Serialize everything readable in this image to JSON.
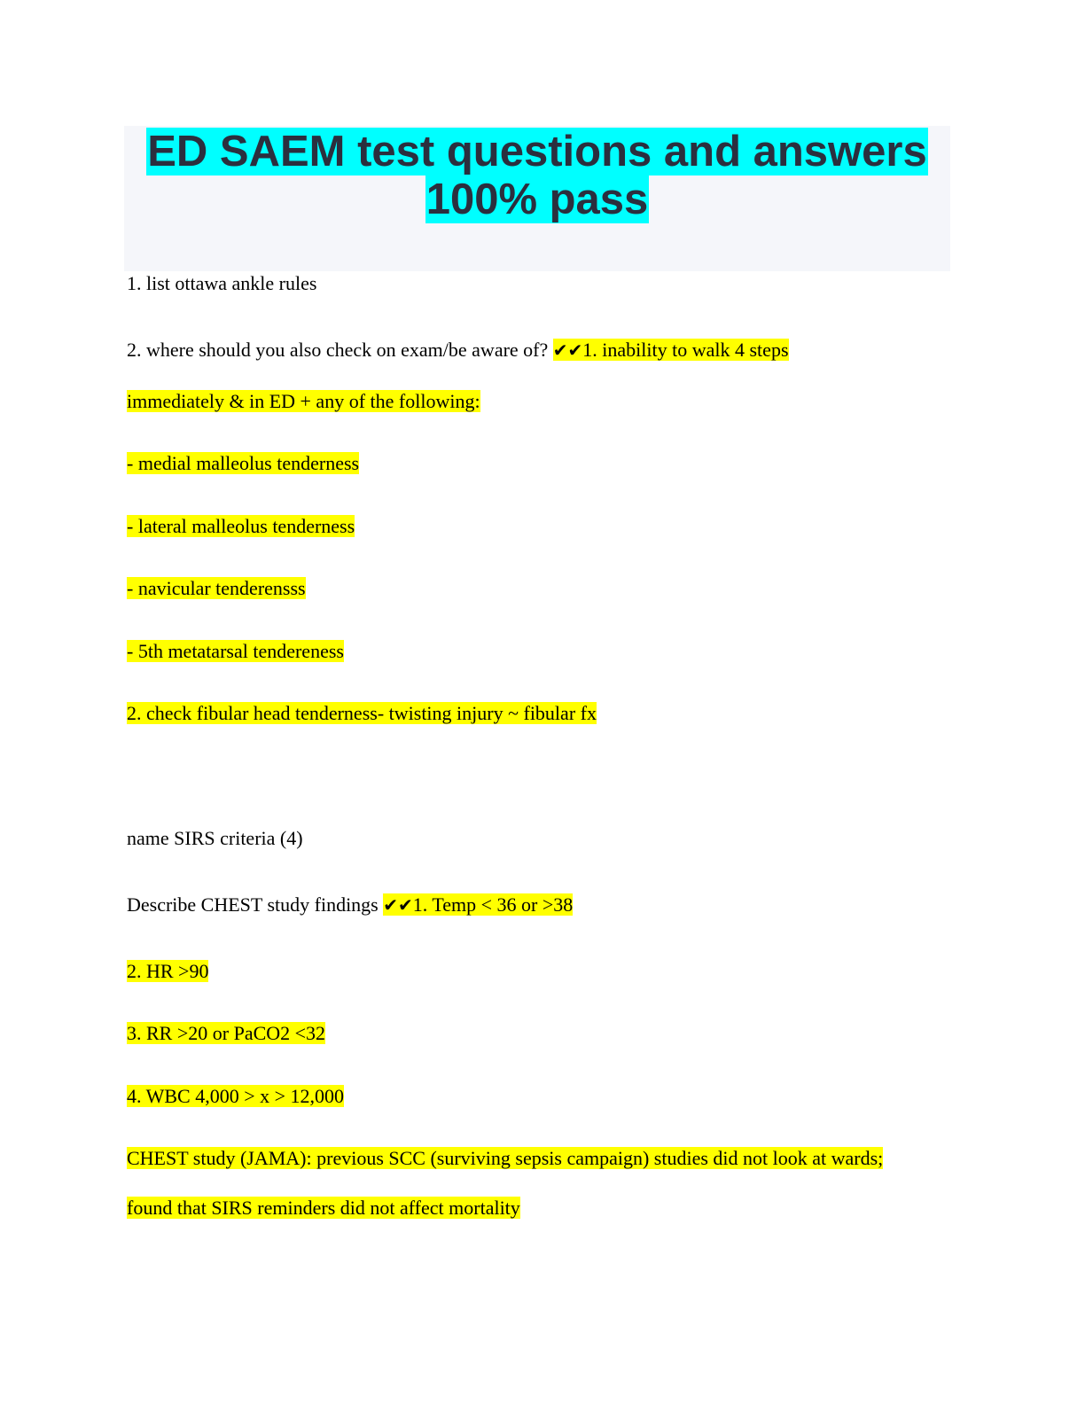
{
  "document": {
    "title_line1": "ED SAEM test questions and answers",
    "title_line2": "100% pass",
    "colors": {
      "title_highlight": "#00ffff",
      "title_text": "#2b2f3e",
      "title_background": "#f5f6fa",
      "answer_highlight": "#ffff00"
    }
  },
  "qa": [
    {
      "question_1": "1. list ottawa ankle rules",
      "question_2": "2. where should you also check on exam/be aware of?",
      "check_icon": "✔✔",
      "answer_lines": [
        "1. inability to walk 4 steps",
        "immediately & in ED + any of the following:",
        "- medial malleolus tenderness",
        "- lateral malleolus tenderness",
        "- navicular tenderensss",
        "- 5th metatarsal tendereness",
        "2. check fibular head tenderness- twisting injury ~ fibular fx"
      ]
    },
    {
      "question_1": "name SIRS criteria (4)",
      "question_2": "Describe CHEST study findings",
      "check_icon": "✔✔",
      "answer_lines": [
        "1. Temp < 36 or >38",
        "2. HR >90",
        "3. RR >20 or PaCO2 <32",
        "4. WBC 4,000 > x > 12,000",
        "CHEST study (JAMA): previous SCC (surviving sepsis campaign) studies did not look at wards;",
        "found that SIRS reminders did not affect mortality"
      ]
    }
  ]
}
